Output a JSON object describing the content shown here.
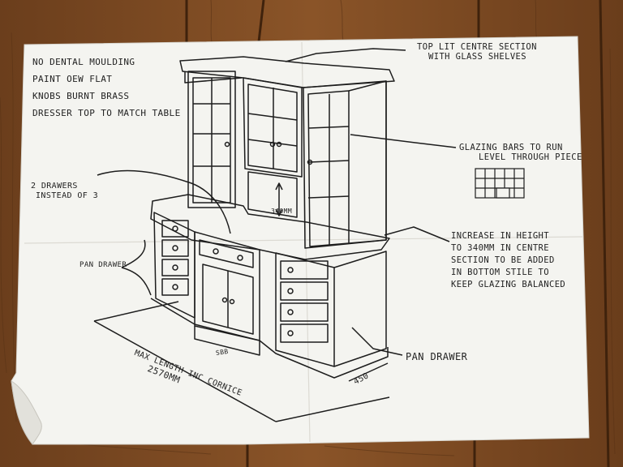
{
  "photo": {
    "table_color": "#7a4a24",
    "table_dark": "#4e2c12",
    "paper_color": "#f3f3ef"
  },
  "notes": {
    "top_left": [
      "No Dental Moulding",
      "Paint OEW Flat",
      "Knobs Burnt Brass",
      "Dresser top to match table"
    ],
    "top_right": [
      "Top lit centre section",
      "with glass shelves"
    ],
    "glazing": [
      "Glazing bars to run",
      "level through piece"
    ],
    "two_drawers": [
      "2 Drawers",
      "instead of 3"
    ],
    "dim_340": "340mm",
    "increase": [
      "Increase in height",
      "to 340mm in centre",
      "section to be added",
      "in bottom stile to",
      "keep glazing balanced"
    ],
    "pan_drawer_left": "Pan drawer",
    "pan_drawer_right": "Pan drawer",
    "max_length": [
      "Max length inc cornice",
      "2570mm"
    ],
    "depth": "450",
    "initials": "SBB"
  }
}
